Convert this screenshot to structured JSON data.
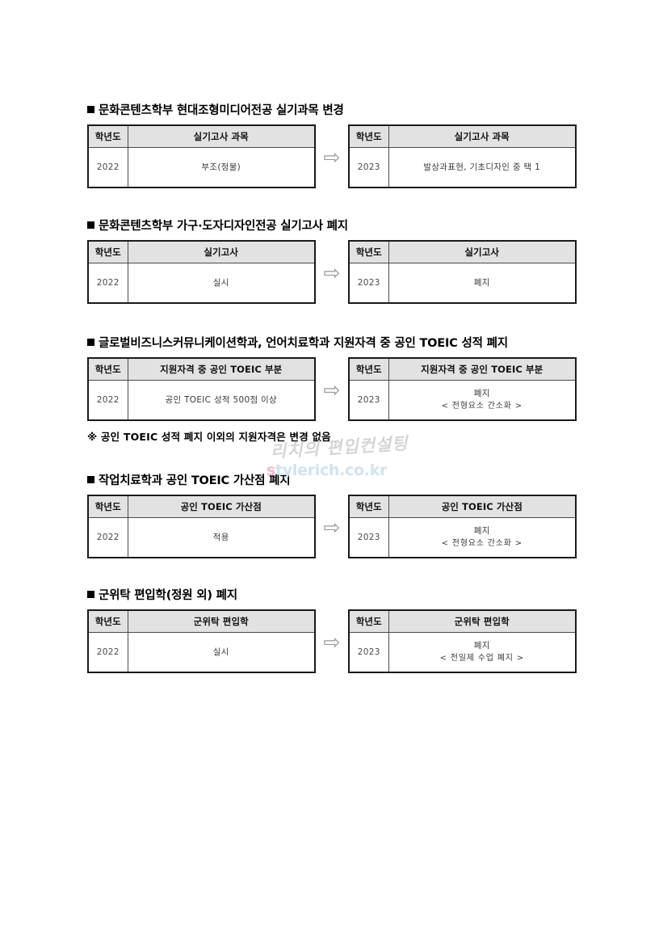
{
  "document": {
    "watermark": {
      "script_text": "리치의 편입컨설팅",
      "url_initial": "s",
      "url_rest": "tylerich.co.kr"
    },
    "arrow_glyph": "⇨",
    "arrow_name": "right-arrow-icon"
  },
  "sections": [
    {
      "id": "section-1",
      "heading": "문화콘텐츠학부 현대조형미디어전공 실기과목 변경",
      "before": {
        "headers": [
          "학년도",
          "실기고사 과목"
        ],
        "year": "2022",
        "value_main": "부조(정물)",
        "value_sub": ""
      },
      "after": {
        "headers": [
          "학년도",
          "실기고사 과목"
        ],
        "year": "2023",
        "value_main": "발상과표현, 기초디자인 중 택 1",
        "value_sub": ""
      },
      "note": ""
    },
    {
      "id": "section-2",
      "heading": "문화콘텐츠학부 가구·도자디자인전공 실기고사 폐지",
      "before": {
        "headers": [
          "학년도",
          "실기고사"
        ],
        "year": "2022",
        "value_main": "실시",
        "value_sub": ""
      },
      "after": {
        "headers": [
          "학년도",
          "실기고사"
        ],
        "year": "2023",
        "value_main": "폐지",
        "value_sub": ""
      },
      "note": ""
    },
    {
      "id": "section-3",
      "heading": "글로벌비즈니스커뮤니케이션학과, 언어치료학과 지원자격 중 공인 TOEIC 성적 폐지",
      "before": {
        "headers": [
          "학년도",
          "지원자격 중 공인 TOEIC 부분"
        ],
        "year": "2022",
        "value_main": "공인 TOEIC 성적 500점 이상",
        "value_sub": ""
      },
      "after": {
        "headers": [
          "학년도",
          "지원자격 중 공인 TOEIC 부분"
        ],
        "year": "2023",
        "value_main": "폐지",
        "value_sub": "< 전형요소 간소화 >"
      },
      "note": "※ 공인 TOEIC 성적 폐지 이외의 지원자격은 변경 없음"
    },
    {
      "id": "section-4",
      "heading": "작업치료학과 공인 TOEIC 가산점 폐지",
      "before": {
        "headers": [
          "학년도",
          "공인 TOEIC 가산점"
        ],
        "year": "2022",
        "value_main": "적용",
        "value_sub": ""
      },
      "after": {
        "headers": [
          "학년도",
          "공인 TOEIC 가산점"
        ],
        "year": "2023",
        "value_main": "폐지",
        "value_sub": "< 전형요소 간소화 >"
      },
      "note": ""
    },
    {
      "id": "section-5",
      "heading": "군위탁 편입학(정원 외) 폐지",
      "before": {
        "headers": [
          "학년도",
          "군위탁 편입학"
        ],
        "year": "2022",
        "value_main": "실시",
        "value_sub": ""
      },
      "after": {
        "headers": [
          "학년도",
          "군위탁 편입학"
        ],
        "year": "2023",
        "value_main": "폐지",
        "value_sub": "< 전일제 수업 폐지 >"
      },
      "note": ""
    }
  ]
}
